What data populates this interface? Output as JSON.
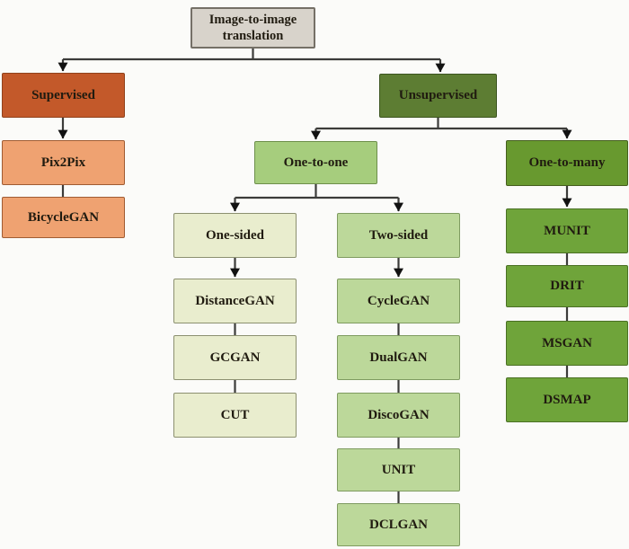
{
  "diagram_title": "Image-to-image translation taxonomy flowchart",
  "nodes": {
    "root": {
      "label": "Image-to-image translation"
    },
    "supervised": {
      "label": "Supervised"
    },
    "unsupervised": {
      "label": "Unsupervised"
    },
    "pix2pix": {
      "label": "Pix2Pix"
    },
    "bicyclegan": {
      "label": "BicycleGAN"
    },
    "one_to_one": {
      "label": "One-to-one"
    },
    "one_to_many": {
      "label": "One-to-many"
    },
    "one_sided": {
      "label": "One-sided"
    },
    "two_sided": {
      "label": "Two-sided"
    },
    "distancegan": {
      "label": "DistanceGAN"
    },
    "gcgan": {
      "label": "GCGAN"
    },
    "cut": {
      "label": "CUT"
    },
    "cyclegan": {
      "label": "CycleGAN"
    },
    "dualgan": {
      "label": "DualGAN"
    },
    "discogan": {
      "label": "DiscoGAN"
    },
    "unit": {
      "label": "UNIT"
    },
    "dclgan": {
      "label": "DCLGAN"
    },
    "munit": {
      "label": "MUNIT"
    },
    "drit": {
      "label": "DRIT"
    },
    "msgan": {
      "label": "MSGAN"
    },
    "dsmap": {
      "label": "DSMAP"
    }
  },
  "edges": [
    {
      "from": "root",
      "to": "supervised",
      "arrow": true
    },
    {
      "from": "root",
      "to": "unsupervised",
      "arrow": true
    },
    {
      "from": "supervised",
      "to": "pix2pix",
      "arrow": true
    },
    {
      "from": "pix2pix",
      "to": "bicyclegan",
      "arrow": false
    },
    {
      "from": "unsupervised",
      "to": "one_to_one",
      "arrow": true
    },
    {
      "from": "unsupervised",
      "to": "one_to_many",
      "arrow": true
    },
    {
      "from": "one_to_one",
      "to": "one_sided",
      "arrow": true
    },
    {
      "from": "one_to_one",
      "to": "two_sided",
      "arrow": true
    },
    {
      "from": "one_sided",
      "to": "distancegan",
      "arrow": true
    },
    {
      "from": "distancegan",
      "to": "gcgan",
      "arrow": false
    },
    {
      "from": "gcgan",
      "to": "cut",
      "arrow": false
    },
    {
      "from": "two_sided",
      "to": "cyclegan",
      "arrow": true
    },
    {
      "from": "cyclegan",
      "to": "dualgan",
      "arrow": false
    },
    {
      "from": "dualgan",
      "to": "discogan",
      "arrow": false
    },
    {
      "from": "discogan",
      "to": "unit",
      "arrow": false
    },
    {
      "from": "unit",
      "to": "dclgan",
      "arrow": false
    },
    {
      "from": "one_to_many",
      "to": "munit",
      "arrow": true
    },
    {
      "from": "munit",
      "to": "drit",
      "arrow": false
    },
    {
      "from": "drit",
      "to": "msgan",
      "arrow": false
    },
    {
      "from": "msgan",
      "to": "dsmap",
      "arrow": false
    }
  ],
  "colors": {
    "bg": "#fbfbf9",
    "text": "#201b10",
    "line": "#3c3c3a",
    "arrow": "#121212",
    "root_fill": "#d8d3cb",
    "root_border": "#757067",
    "supervised_fill": "#c3592a",
    "supervised_border": "#91421c",
    "orange_fill": "#efa271",
    "orange_border": "#a05c33",
    "unsupervised_fill": "#5d7d33",
    "unsupervised_border": "#3c5420",
    "one_to_one_fill": "#a6cd7d",
    "one_to_one_border": "#6d8f4b",
    "one_to_many_fill": "#68992f",
    "one_to_many_border": "#455e1e",
    "bright_green_fill": "#6fa43a",
    "bright_green_border": "#4a7024",
    "pale_fill": "#e9edce",
    "pale_border": "#8c9070",
    "light_green_fill": "#bcd89a",
    "light_green_border": "#7f9b60"
  }
}
